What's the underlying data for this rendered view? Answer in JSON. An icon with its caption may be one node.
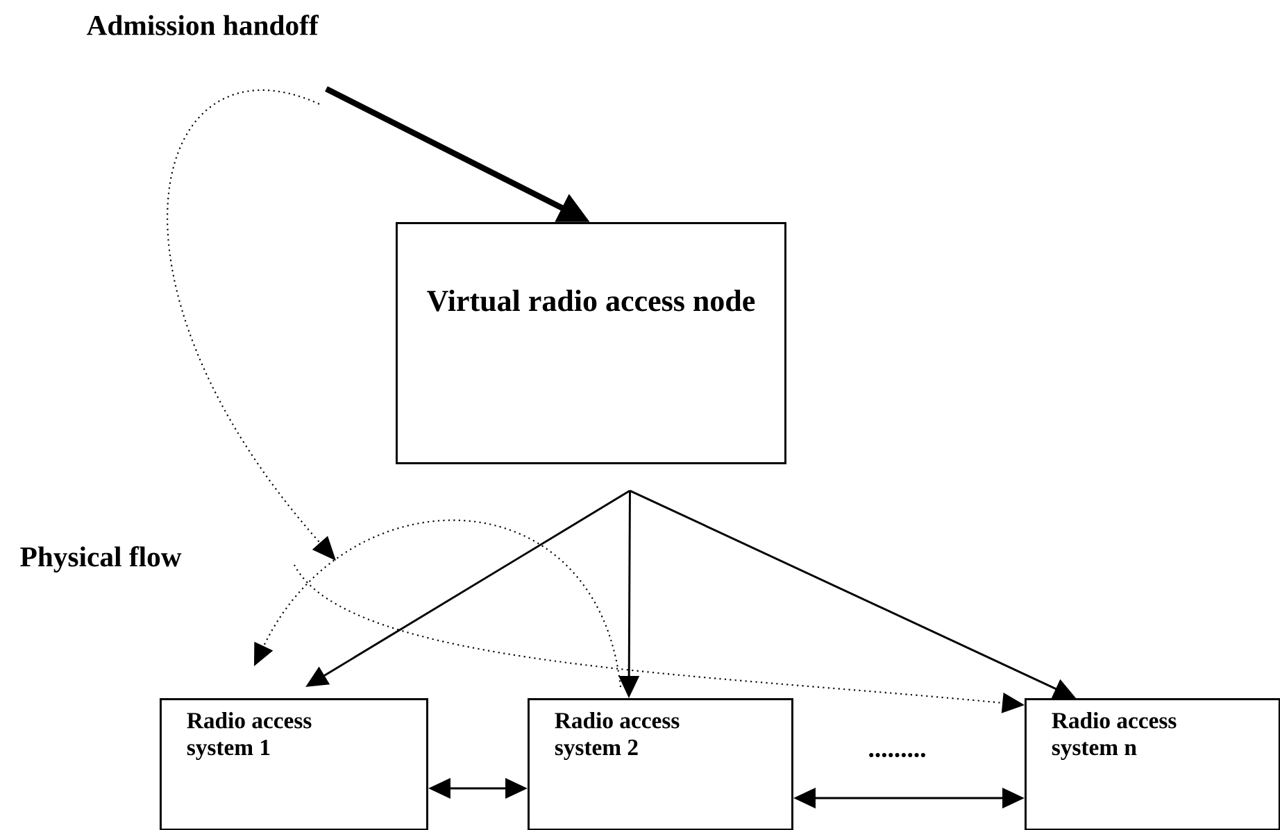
{
  "diagram": {
    "nodes": [
      {
        "text": [
          "Virtual radio access node"
        ]
      },
      {
        "text": [
          "Radio access system 1"
        ]
      },
      {
        "text": [
          "Radio access system 2"
        ]
      },
      {
        "text": [
          "Radio access system  n"
        ]
      }
    ],
    "edges": [
      {
        "from": null,
        "to": 0,
        "arrow": "to",
        "style": "thick"
      },
      {
        "from": 0,
        "to": 1,
        "arrow": "to"
      },
      {
        "from": 0,
        "to": 2,
        "arrow": "to"
      },
      {
        "from": 0,
        "to": 3,
        "arrow": "to"
      },
      {
        "from": 2,
        "to": 1,
        "arrow": "to",
        "style": "dashed"
      },
      {
        "from": null,
        "to": 3,
        "arrow": "to",
        "style": "dashed"
      },
      {
        "from": 1,
        "to": 2,
        "arrow": "both"
      },
      {
        "from": 2,
        "to": 3,
        "arrow": "both"
      }
    ],
    "labels": [
      "Admission handoff",
      "Physical flow",
      "........."
    ]
  }
}
